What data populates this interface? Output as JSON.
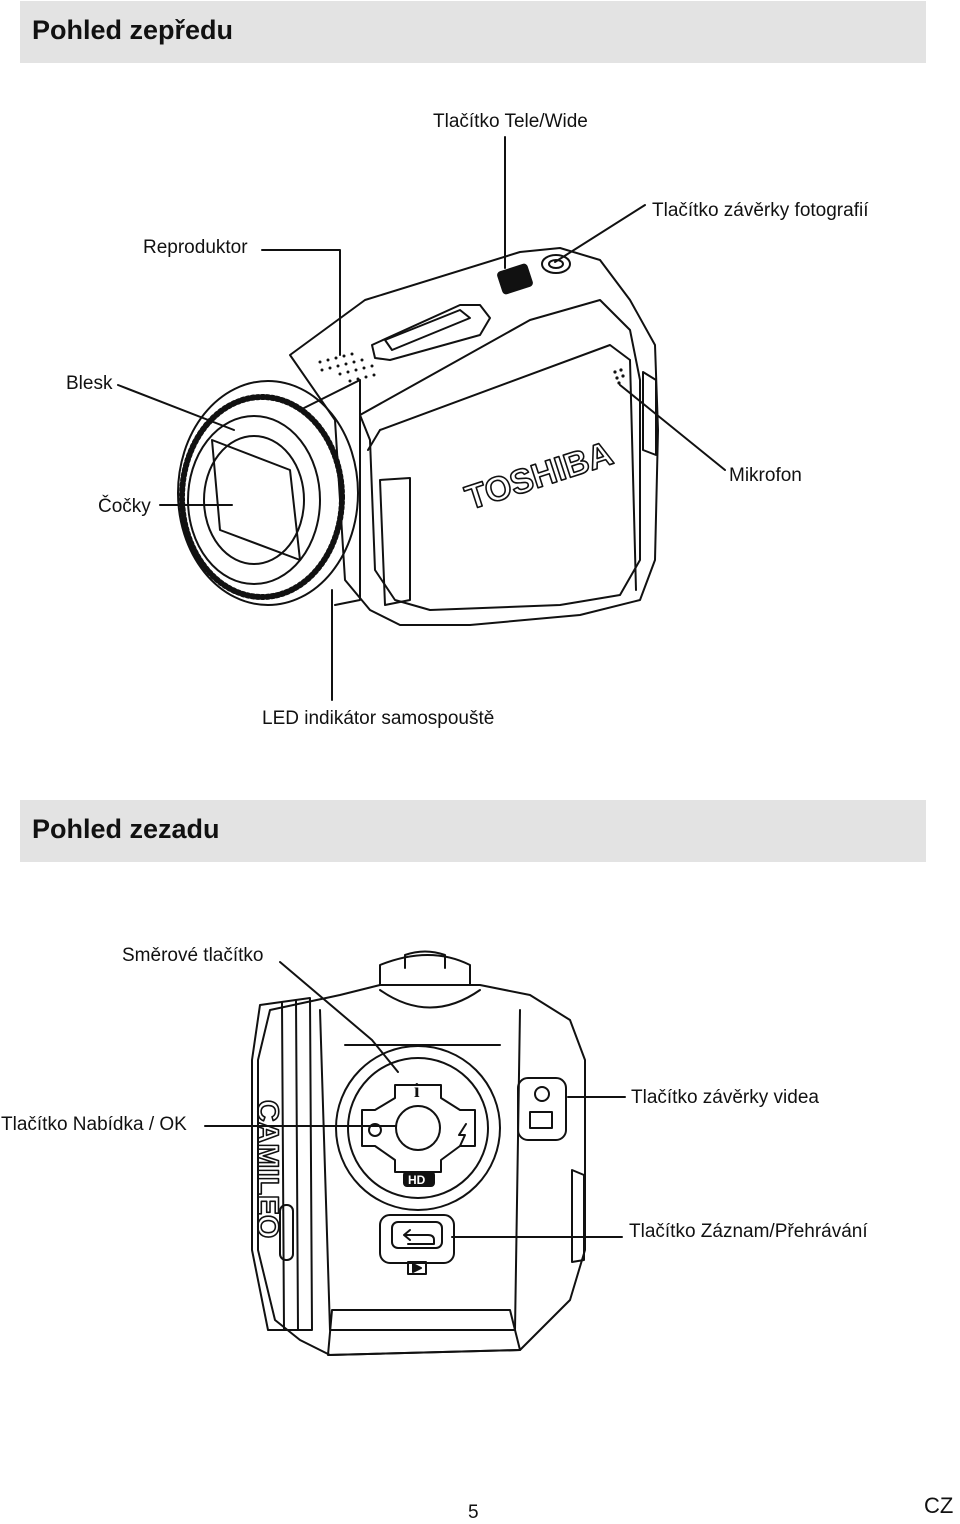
{
  "sections": {
    "front": {
      "title": "Pohled zepředu"
    },
    "rear": {
      "title": "Pohled zezadu"
    }
  },
  "front_labels": {
    "tele_wide": "Tlačítko Tele/Wide",
    "photo_shutter": "Tlačítko závěrky fotografií",
    "speaker": "Reproduktor",
    "flash": "Blesk",
    "microphone": "Mikrofon",
    "lens": "Čočky",
    "led": "LED indikátor samospouště"
  },
  "rear_labels": {
    "direction": "Směrové tlačítko",
    "video_shutter": "Tlačítko závěrky videa",
    "menu_ok": "Tlačítko Nabídka / OK",
    "record_play": "Tlačítko Záznam/Přehrávání"
  },
  "device_markings": {
    "brand": "TOSHIBA",
    "model": "CAMILEO",
    "hd": "HD",
    "info_glyph": "i"
  },
  "footer": {
    "page_number": "5",
    "language": "CZ"
  }
}
